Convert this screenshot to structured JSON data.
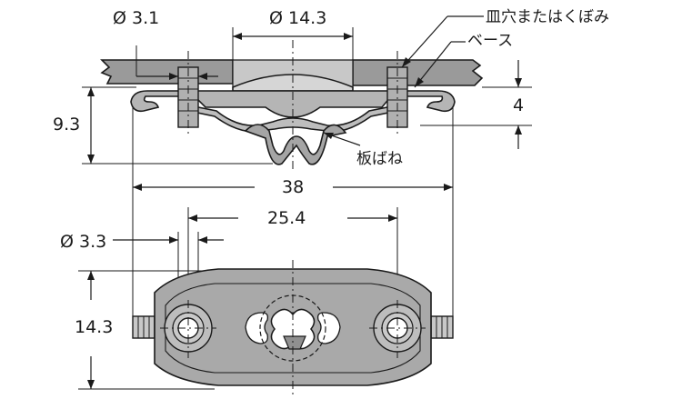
{
  "dimensions": {
    "hole_countersunk": "Ø 3.1",
    "top_opening": "Ø 14.3",
    "height_total": "9.3",
    "base_thickness": "4",
    "overall_length": "38",
    "hole_pitch": "25.4",
    "hole_mount": "Ø 3.3",
    "body_width": "14.3"
  },
  "labels": {
    "countersunk": "皿穴またはくぼみ",
    "base": "ベース",
    "leaf_spring": "板ばね"
  },
  "colors": {
    "panel": "#9a9a9a",
    "body": "#a9a9a9",
    "spring": "#bdbdbd",
    "tab": "#c8c8c8",
    "line": "#1a1a1a"
  }
}
